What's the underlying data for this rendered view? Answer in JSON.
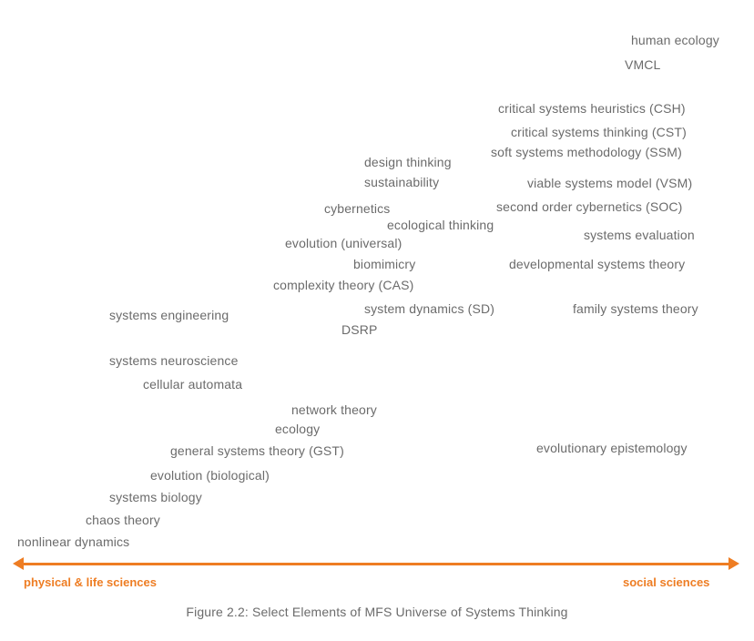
{
  "colors": {
    "axis": "#ee7d23",
    "text": "#6b6b6b"
  },
  "axis": {
    "left_label": "physical & life sciences",
    "right_label": "social sciences"
  },
  "caption": "Figure 2.2: Select Elements of MFS Universe of Systems Thinking",
  "terms": [
    "human ecology",
    "VMCL",
    "critical systems heuristics (CSH)",
    "critical systems thinking (CST)",
    "soft systems methodology (SSM)",
    "design thinking",
    "sustainability",
    "viable systems model (VSM)",
    "cybernetics",
    "second order cybernetics (SOC)",
    "ecological thinking",
    "systems evaluation",
    "evolution (universal)",
    "biomimicry",
    "developmental systems theory",
    "complexity theory (CAS)",
    "system dynamics (SD)",
    "family systems theory",
    "systems engineering",
    "DSRP",
    "systems neuroscience",
    "cellular automata",
    "network theory",
    "ecology",
    "general systems theory (GST)",
    "evolutionary epistemology",
    "evolution (biological)",
    "systems biology",
    "chaos theory",
    "nonlinear dynamics"
  ]
}
